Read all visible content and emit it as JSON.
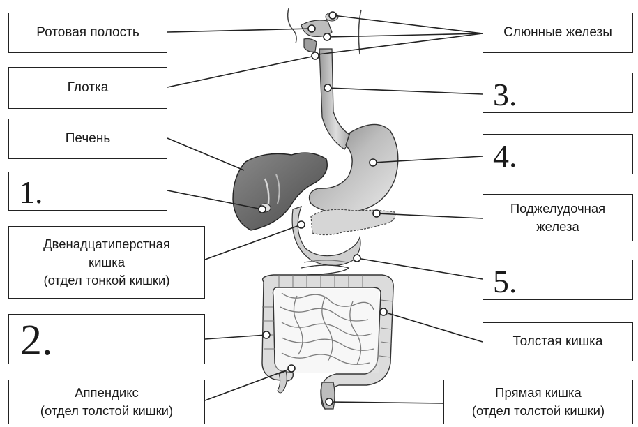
{
  "labels": {
    "oral_cavity": "Ротовая полость",
    "pharynx": "Глотка",
    "liver": "Печень",
    "blank1": "1.",
    "duodenum": "Двенадцатиперстная\nкишка\n(отдел тонкой кишки)",
    "blank2": "2.",
    "appendix": "Аппендикс\n(отдел толстой кишки)",
    "salivary_glands": "Слюнные железы",
    "blank3": "3.",
    "blank4": "4.",
    "pancreas": "Поджелудочная\nжелеза",
    "blank5": "5.",
    "large_intestine": "Толстая кишка",
    "rectum": "Прямая кишка\n(отдел толстой кишки)"
  },
  "colors": {
    "border": "#222222",
    "organ_light": "#e6e6e6",
    "organ_mid": "#c4c4c4",
    "organ_dark": "#6e6e6e",
    "line": "#222222"
  }
}
